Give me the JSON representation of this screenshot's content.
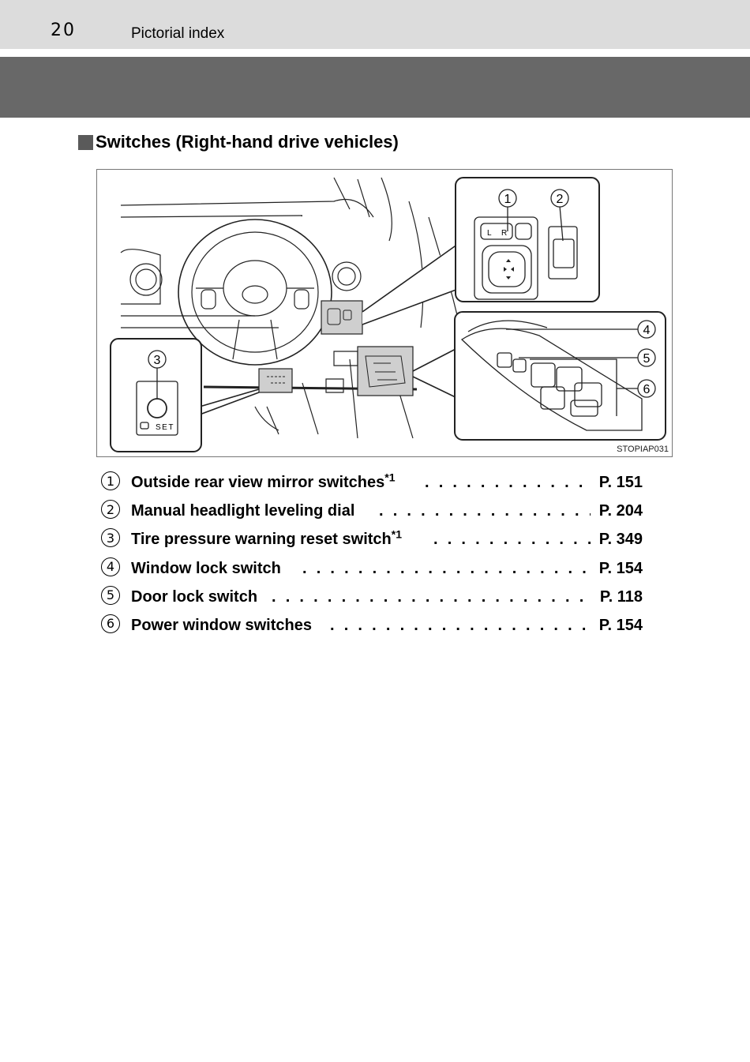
{
  "header": {
    "page_number": "20",
    "section": "Pictorial index"
  },
  "heading": "Switches (Right-hand drive vehicles)",
  "figure": {
    "code": "STOPIAP031",
    "callouts": [
      "1",
      "2",
      "3",
      "4",
      "5",
      "6"
    ],
    "mirror_labels": {
      "left": "L",
      "right": "R"
    },
    "tpws_label": "SET"
  },
  "items": [
    {
      "num": "1",
      "text": "Outside rear view mirror switches",
      "sup": "*1",
      "dots": ". . . . . . . . . . . . . . . . . .",
      "page": "P. 151"
    },
    {
      "num": "2",
      "text": "Manual headlight leveling dial",
      "sup": "",
      "dots": ". . . . . . . . . . . . . . . . . . . . . . .",
      "page": "P. 204"
    },
    {
      "num": "3",
      "text": "Tire pressure warning reset switch",
      "sup": "*1",
      "dots": ". . . . . . . . . . . . . . . . .",
      "page": "P. 349"
    },
    {
      "num": "4",
      "text": "Window lock switch",
      "sup": "",
      "dots": ". . . . . . . . . . . . . . . . . . . . . . . . . . . . . .",
      "page": "P. 154"
    },
    {
      "num": "5",
      "text": "Door lock switch",
      "sup": "",
      "dots": ". . . . . . . . . . . . . . . . . . . . . . . . . . . . . . . . .",
      "page": "P. 118"
    },
    {
      "num": "6",
      "text": "Power window switches",
      "sup": "",
      "dots": ". . . . . . . . . . . . . . . . . . . . . . . . . . .",
      "page": "P. 154"
    }
  ]
}
